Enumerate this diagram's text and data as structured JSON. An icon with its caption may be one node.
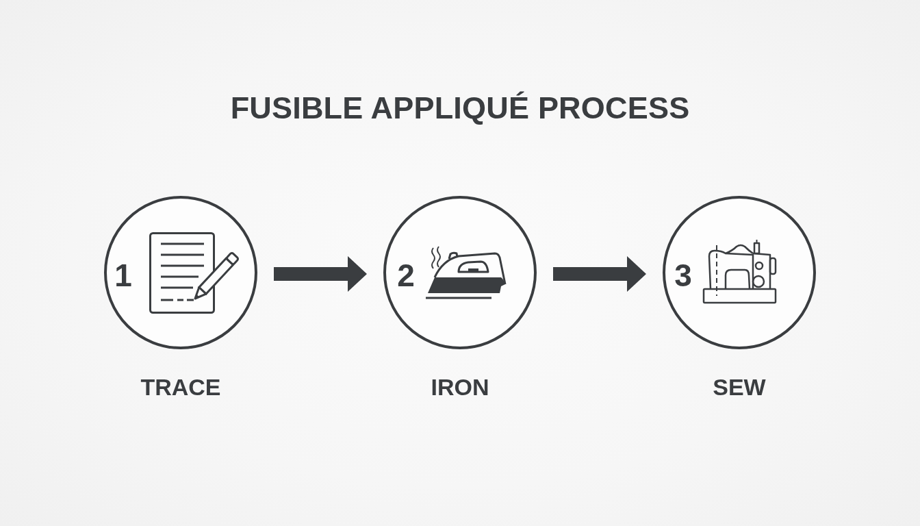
{
  "diagram": {
    "title": "FUSIBLE APPLIQUÉ PROCESS",
    "nodes": [
      {
        "text": [
          "1",
          "TRACE"
        ]
      },
      {
        "text": [
          "2",
          "IRON"
        ]
      },
      {
        "text": [
          "3",
          "SEW"
        ]
      }
    ],
    "edges": [
      {
        "from": 0,
        "to": 1,
        "arrow": "to"
      },
      {
        "from": 1,
        "to": 2,
        "arrow": "to"
      }
    ]
  }
}
